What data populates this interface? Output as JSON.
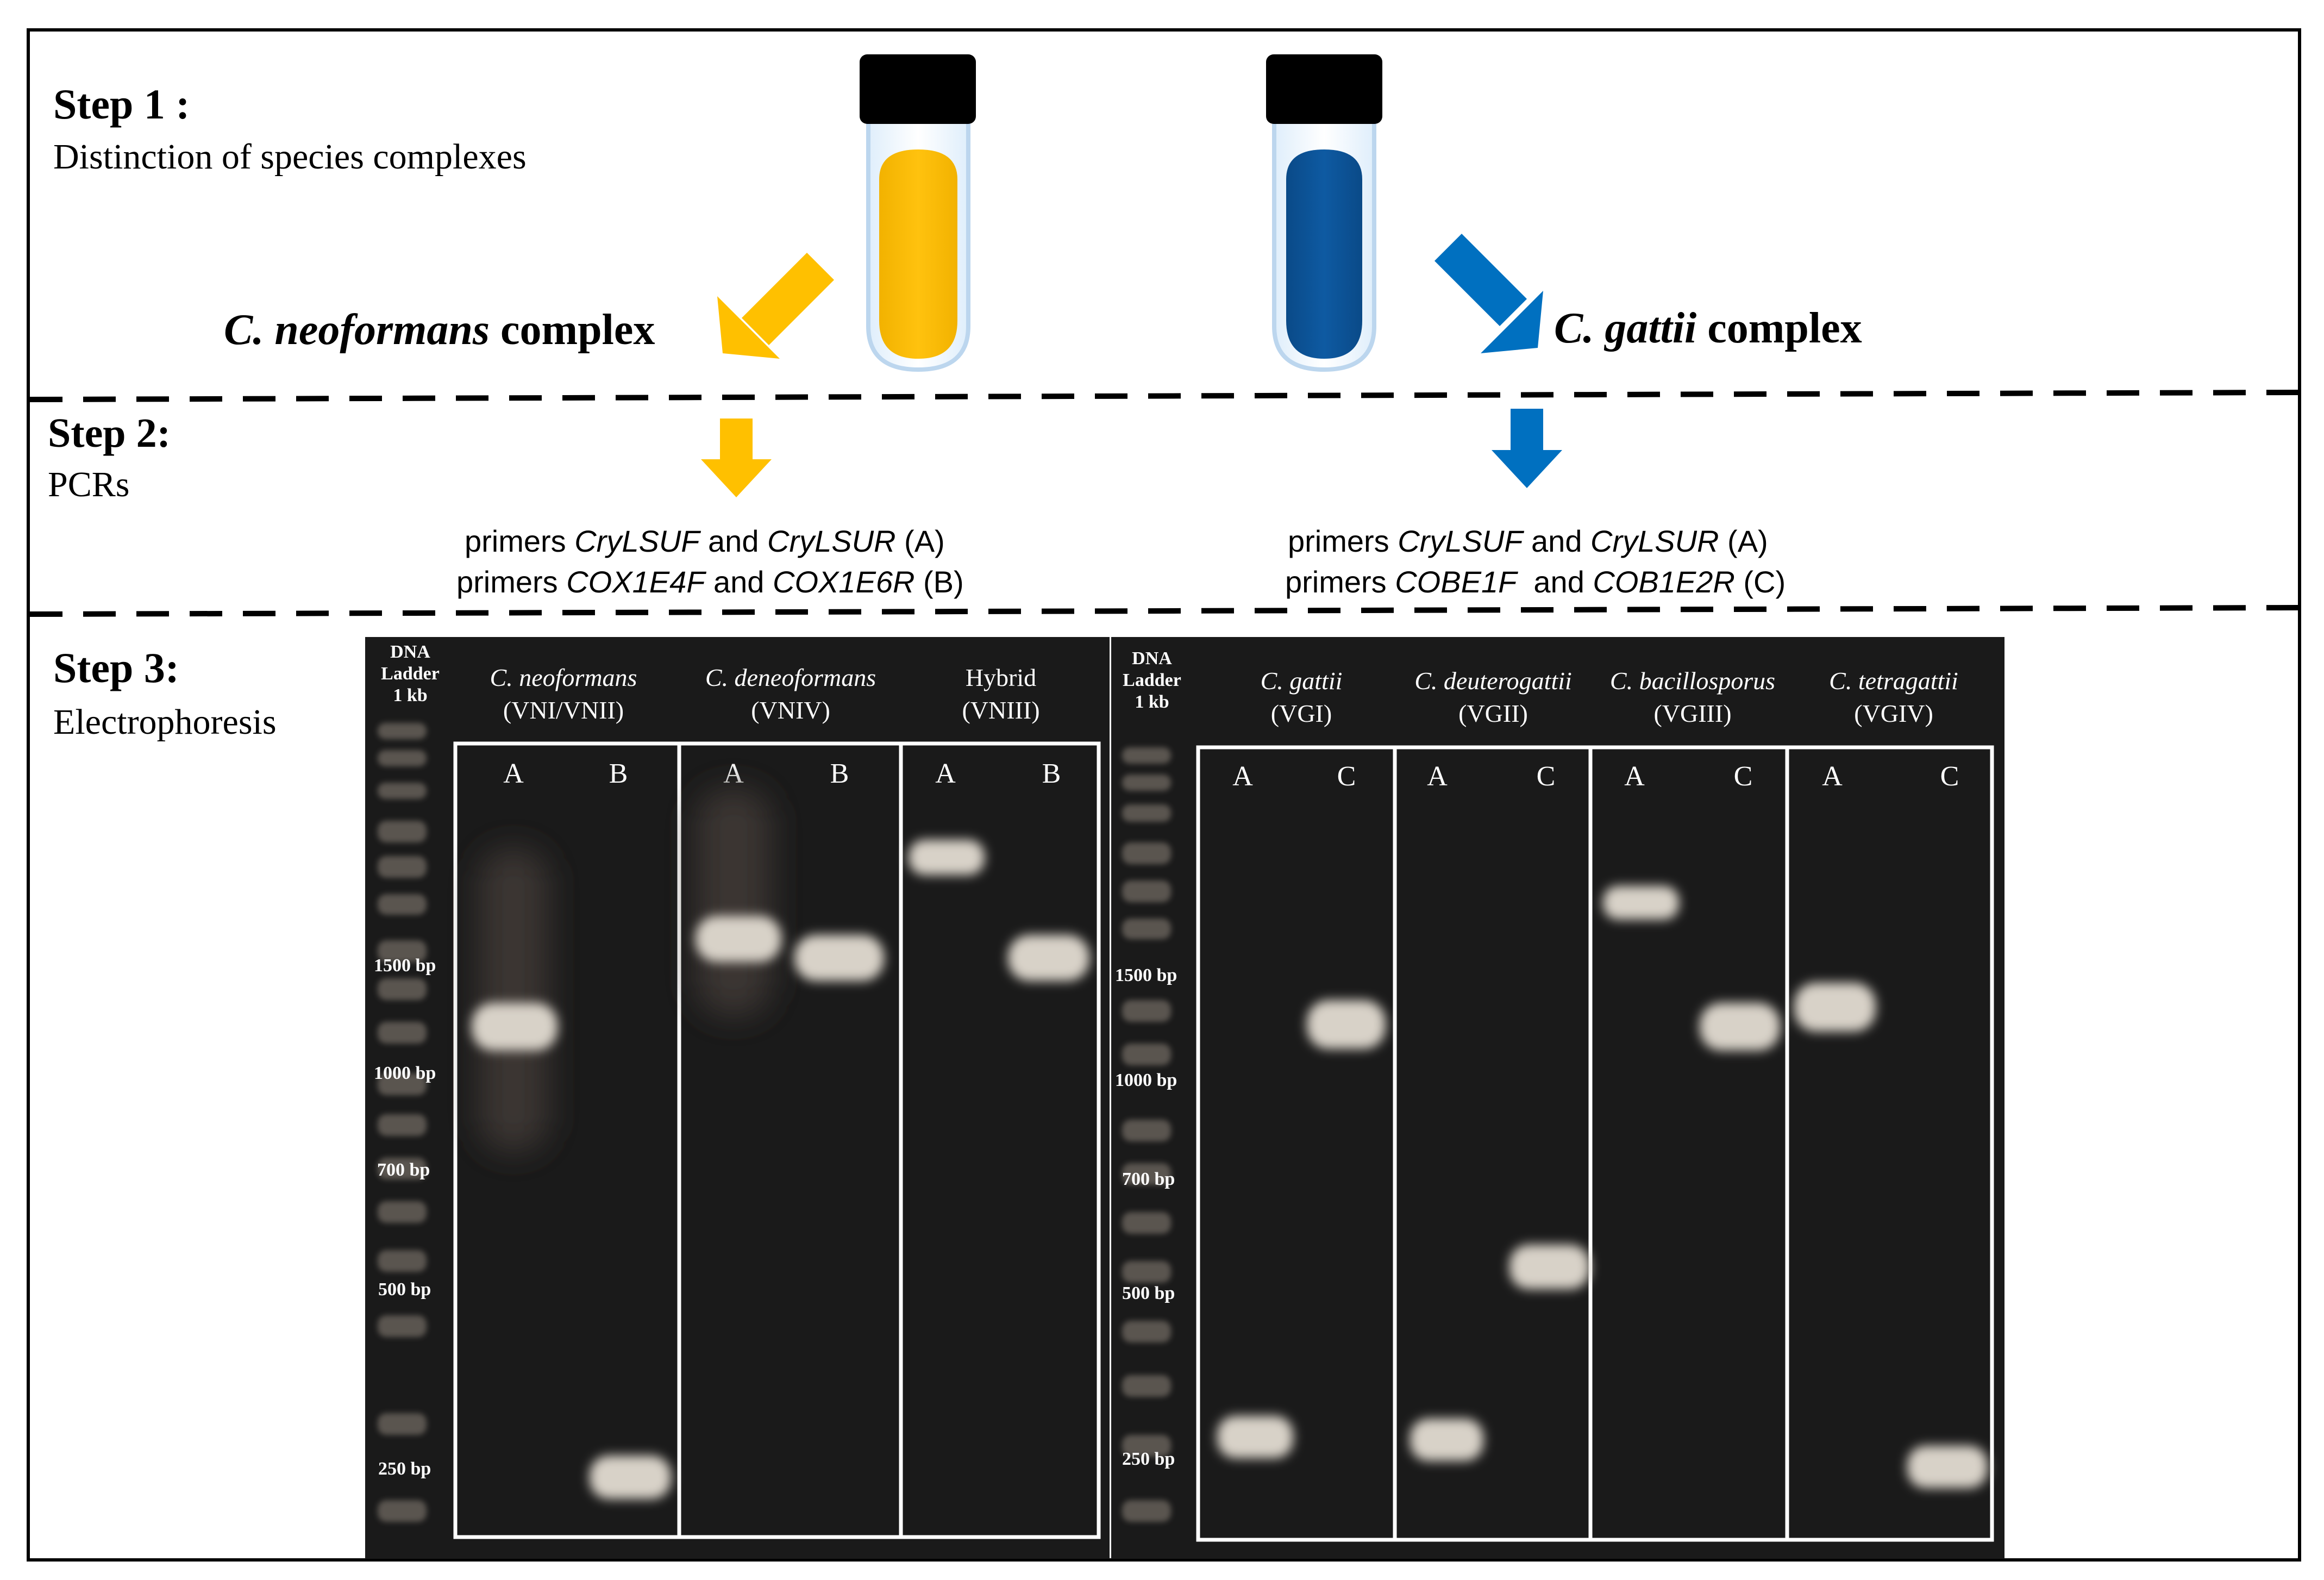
{
  "step1": {
    "title": "Step 1 :",
    "subtitle": "Distinction of species complexes",
    "left_complex_italic": "C. neoformans",
    "left_complex_rest": " complex",
    "right_complex_italic": "C. gattii",
    "right_complex_rest": " complex"
  },
  "step2": {
    "title": "Step 2:",
    "subtitle": "PCRs",
    "left_primers": [
      {
        "a": "primers ",
        "p1": "CryLSUF",
        "b": " and ",
        "p2": "CryLSUR",
        "c": " (A)"
      },
      {
        "a": "primers ",
        "p1": "COX1E4F",
        "b": " and ",
        "p2": "COX1E6R",
        "c": " (B)"
      }
    ],
    "right_primers": [
      {
        "a": "primers ",
        "p1": "CryLSUF",
        "b": " and ",
        "p2": "CryLSUR",
        "c": " (A)"
      },
      {
        "a": "primers ",
        "p1": "COBE1F",
        "b": "  and ",
        "p2": "COB1E2R",
        "c": " (C)"
      }
    ]
  },
  "step3": {
    "title": "Step 3:",
    "subtitle": "Electrophoresis"
  },
  "gel_left": {
    "ladder_title": [
      "DNA",
      "Ladder",
      "1 kb"
    ],
    "ladder_marks": [
      "1500 bp",
      "1000 bp",
      "700 bp",
      "500 bp",
      "250 bp"
    ],
    "groups": [
      {
        "name": "C. neoformans",
        "code": "(VNI/VNII)",
        "italic": true,
        "lanes": [
          "A",
          "B"
        ]
      },
      {
        "name": "C. deneoformans",
        "code": "(VNIV)",
        "italic": true,
        "lanes": [
          "A",
          "B"
        ]
      },
      {
        "name": "Hybrid",
        "code": "(VNIII)",
        "italic": false,
        "lanes": [
          "A",
          "B"
        ]
      }
    ]
  },
  "gel_right": {
    "ladder_title": [
      "DNA",
      "Ladder",
      "1 kb"
    ],
    "ladder_marks": [
      "1500 bp",
      "1000 bp",
      "700 bp",
      "500 bp",
      "250 bp"
    ],
    "groups": [
      {
        "name": "C. gattii",
        "code": "(VGI)",
        "italic": true,
        "lanes": [
          "A",
          "C"
        ]
      },
      {
        "name": "C. deuterogattii",
        "code": "(VGII)",
        "italic": true,
        "lanes": [
          "A",
          "C"
        ]
      },
      {
        "name": "C. bacillosporus",
        "code": "(VGIII)",
        "italic": true,
        "lanes": [
          "A",
          "C"
        ]
      },
      {
        "name": "C. tetragattii",
        "code": "(VGIV)",
        "italic": true,
        "lanes": [
          "A",
          "C"
        ]
      }
    ]
  },
  "colors": {
    "yellow": "#FFC000",
    "blue": "#0070C0",
    "dark_blue": "#0B4F8F",
    "gel_bg": "#1a1a1a",
    "band": "#d8d2c8"
  }
}
